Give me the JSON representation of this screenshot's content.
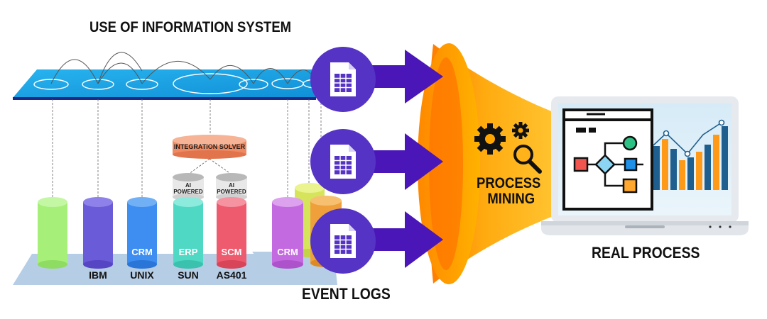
{
  "title": "USE OF INFORMATION SYSTEM",
  "integration": {
    "solver": "INTEGRATION SOLVER",
    "ai_left": [
      "AI",
      "POWERED"
    ],
    "ai_right": [
      "AI",
      "POWERED"
    ]
  },
  "systems": {
    "ibm": "IBM",
    "unix": "UNIX",
    "unix_top": "CRM",
    "sun": "SUN",
    "sun_top": "ERP",
    "as401": "AS401",
    "as401_top": "SCM",
    "crm2": "CRM"
  },
  "event_logs": "EVENT LOGS",
  "process_mining": [
    "PROCESS",
    "MINING"
  ],
  "real_process": "REAL PROCESS",
  "colors": {
    "platform": "#1b9ee0",
    "arrow": "#4a16b8",
    "funnel": "#ff9a00",
    "circle": "#5533c4"
  }
}
